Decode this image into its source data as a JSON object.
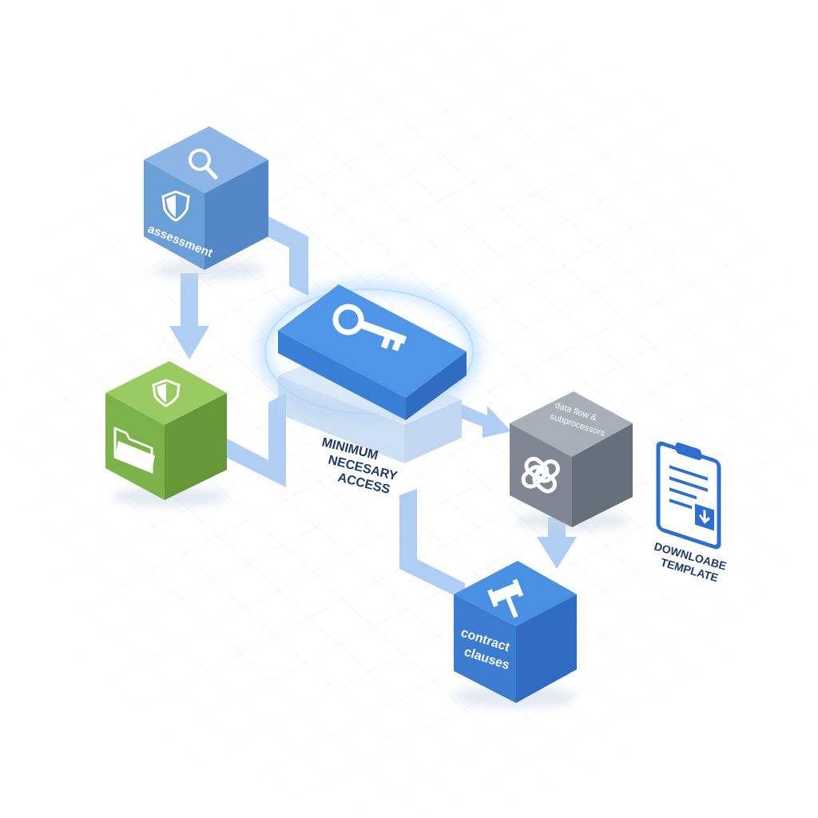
{
  "diagram": {
    "nodes": {
      "assessment": {
        "label": "assessment",
        "icons": [
          "search-icon",
          "shield-icon"
        ]
      },
      "storage": {
        "label": "",
        "icons": [
          "shield-icon",
          "folder-icon"
        ]
      },
      "access": {
        "label_lines": [
          "MINIMUM",
          "NECESARY",
          "ACCESS"
        ],
        "icons": [
          "key-icon"
        ]
      },
      "dataflow": {
        "label_lines": [
          "data flow &",
          "subprocessors"
        ],
        "icons": [
          "chain-link-icon"
        ]
      },
      "contract": {
        "label_lines": [
          "contract",
          "clauses"
        ],
        "icons": [
          "gavel-icon"
        ]
      },
      "template": {
        "label_lines": [
          "DOWNLOABE",
          "TEMPLATE"
        ],
        "icons": [
          "clipboard-download-icon"
        ]
      }
    },
    "colors": {
      "blue_light": "#6b9fd8",
      "blue_primary": "#3f82e0",
      "blue_dark": "#2f6cc9",
      "green": "#7bb24a",
      "gray": "#7e8792",
      "connector": "#a7c9f2",
      "label_navy": "#1f3a68"
    }
  }
}
